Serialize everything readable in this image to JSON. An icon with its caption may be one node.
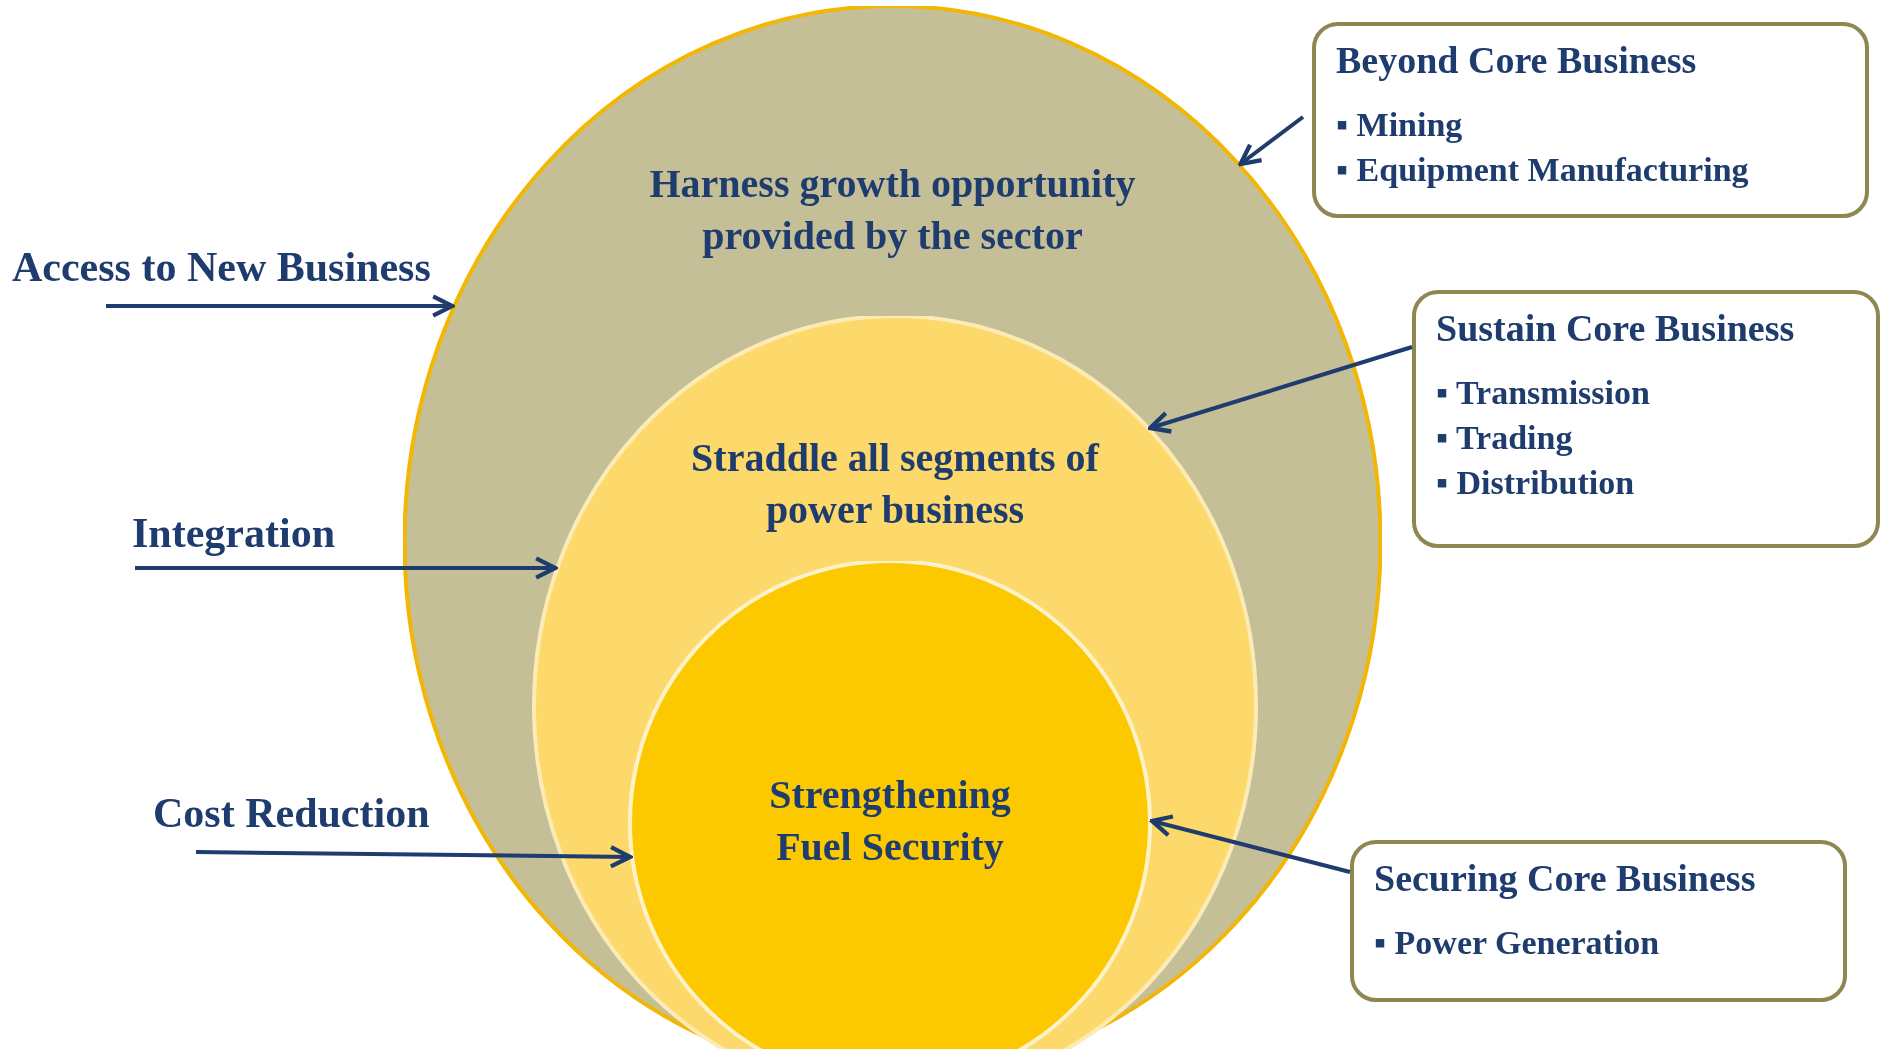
{
  "diagram": {
    "nodes": [
      {
        "text": [
          "Harness growth opportunity provided by the sector"
        ]
      },
      {
        "text": [
          "Straddle all segments of power business"
        ],
        "in": 0
      },
      {
        "text": [
          "Strengthening Fuel Security"
        ],
        "in": 1
      },
      {
        "text": [
          "Access to New Business"
        ]
      },
      {
        "text": [
          "Integration"
        ]
      },
      {
        "text": [
          "Cost Reduction"
        ]
      },
      {
        "text": [
          "Beyond Core Business",
          "▪ Mining",
          "▪ Equipment Manufacturing"
        ]
      },
      {
        "text": [
          "Sustain Core Business",
          "▪ Transmission",
          "▪ Trading",
          "▪ Distribution"
        ]
      },
      {
        "text": [
          "Securing Core Business",
          "▪ Power Generation"
        ]
      }
    ],
    "edges": [
      {
        "from": 3,
        "to": 0,
        "arrow": "to"
      },
      {
        "from": 4,
        "to": 1,
        "arrow": "to"
      },
      {
        "from": 5,
        "to": 2,
        "arrow": "to"
      },
      {
        "from": 6,
        "to": 0,
        "arrow": "to"
      },
      {
        "from": 7,
        "to": 1,
        "arrow": "to"
      },
      {
        "from": 8,
        "to": 2,
        "arrow": "to"
      }
    ]
  }
}
